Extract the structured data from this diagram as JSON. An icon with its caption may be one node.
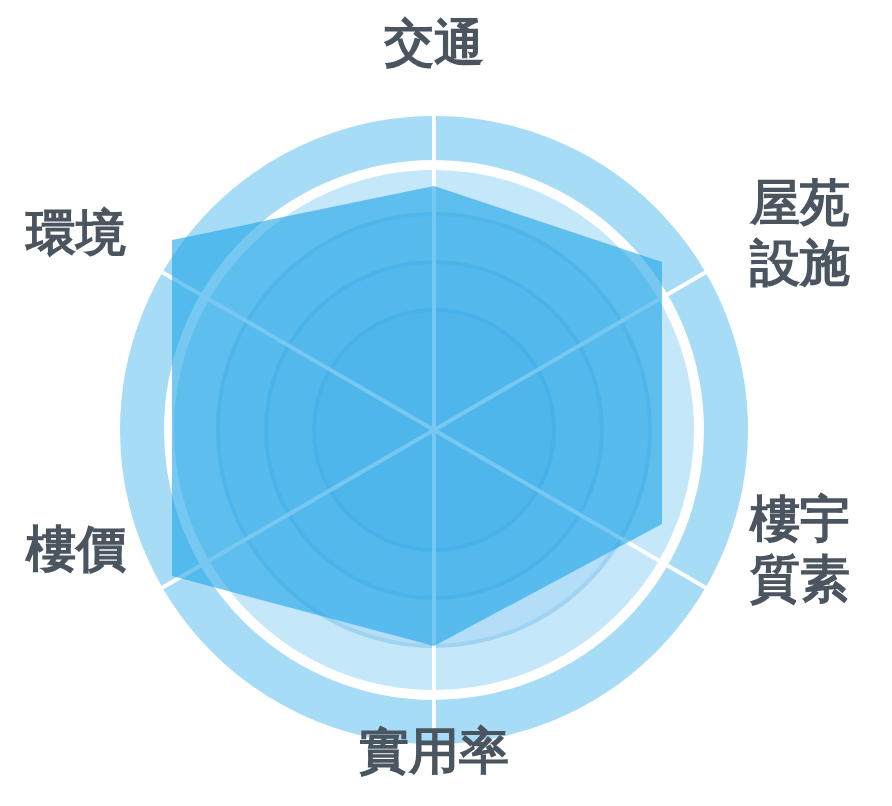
{
  "diagram": {
    "labels": [
      "交通",
      "屋苑設施",
      "環境",
      "樓宇質素",
      "樓價",
      "實用率"
    ]
  }
}
